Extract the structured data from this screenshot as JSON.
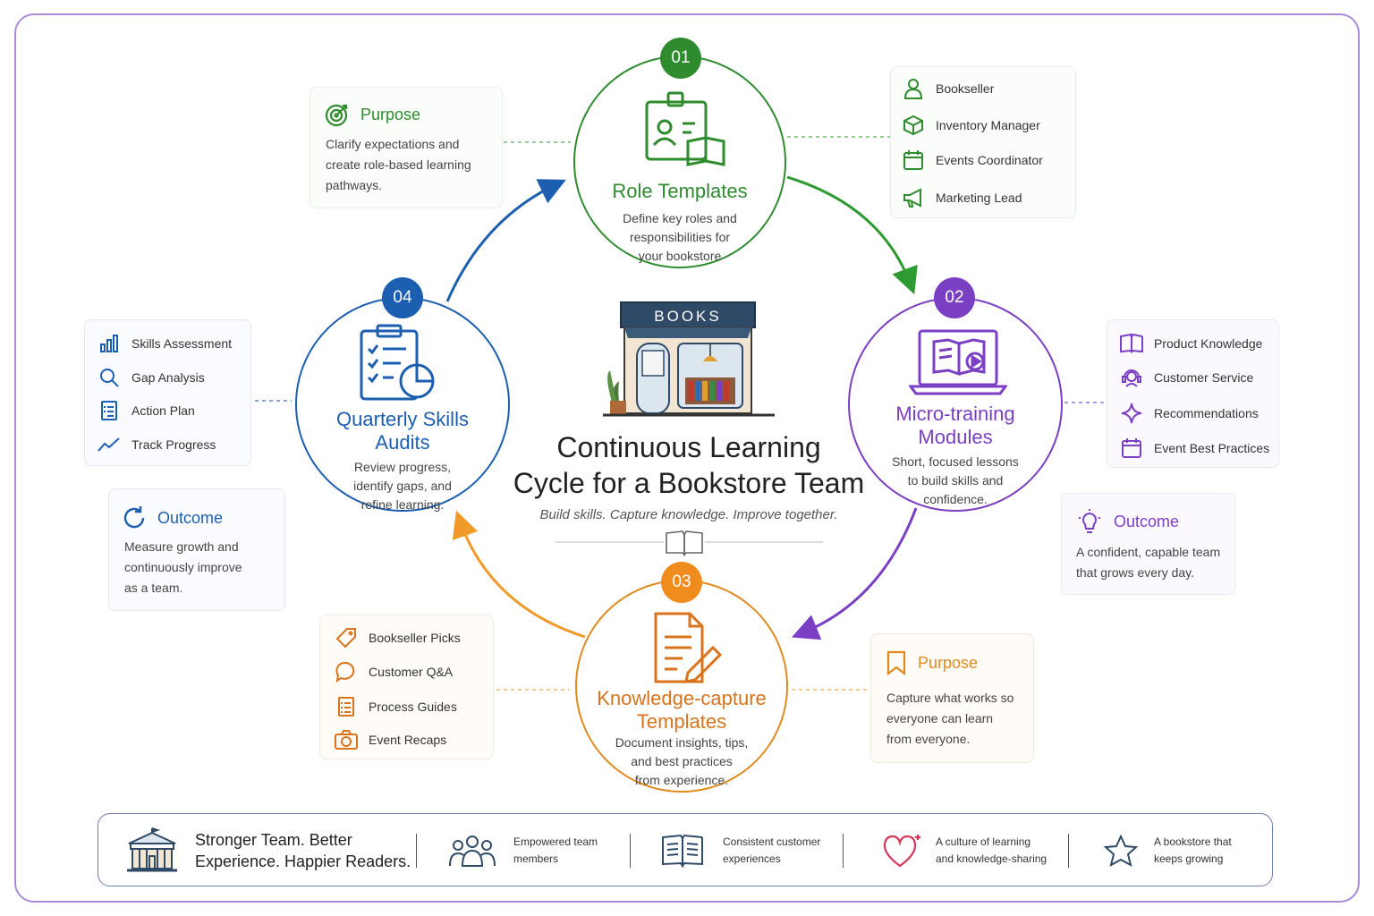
{
  "title": {
    "line1": "Continuous Learning",
    "line2": "Cycle for a Bookstore Team",
    "subtitle": "Build skills. Capture knowledge. Improve together.",
    "storefront_sign": "BOOKS"
  },
  "steps": [
    {
      "number": "01",
      "title": "Role Templates",
      "desc_lines": [
        "Define key roles and",
        "responsibilities for",
        "your bookstore"
      ],
      "color": "#2e8b2e"
    },
    {
      "number": "02",
      "title_lines": [
        "Micro-training",
        "Modules"
      ],
      "desc_lines": [
        "Short, focused lessons",
        "to build skills and",
        "confidence."
      ],
      "color": "#7b3fc4"
    },
    {
      "number": "03",
      "title_lines": [
        "Knowledge-capture",
        "Templates"
      ],
      "desc_lines": [
        "Document insights, tips,",
        "and best practices",
        "from experience."
      ],
      "color": "#e08a1e"
    },
    {
      "number": "04",
      "title_lines": [
        "Quarterly Skills",
        "Audits"
      ],
      "desc_lines": [
        "Review progress,",
        "identify gaps, and",
        "refine learning."
      ],
      "color": "#1c5fb0"
    }
  ],
  "cards": {
    "purpose_top": {
      "heading": "Purpose",
      "lines": [
        "Clarify expectations and",
        "create role-based learning",
        "pathways."
      ]
    },
    "roles": [
      "Bookseller",
      "Inventory Manager",
      "Events Coordinator",
      "Marketing Lead"
    ],
    "audit_tools": [
      "Skills Assessment",
      "Gap Analysis",
      "Action Plan",
      "Track Progress"
    ],
    "outcome_left": {
      "heading": "Outcome",
      "lines": [
        "Measure growth and",
        "continuously improve",
        "as a team."
      ]
    },
    "training_topics": [
      "Product Knowledge",
      "Customer Service",
      "Recommendations",
      "Event Best Practices"
    ],
    "outcome_right": {
      "heading": "Outcome",
      "lines": [
        "A confident, capable team",
        "that grows every day."
      ]
    },
    "capture_types": [
      "Bookseller Picks",
      "Customer Q&A",
      "Process Guides",
      "Event Recaps"
    ],
    "purpose_bottom": {
      "heading": "Purpose",
      "lines": [
        "Capture what works so",
        "everyone can learn",
        "from everyone."
      ]
    }
  },
  "bottom_bar": {
    "headline_lines": [
      "Stronger Team. Better",
      "Experience. Happier Readers."
    ],
    "benefits": [
      {
        "lines": [
          "Empowered team",
          "members"
        ],
        "icon": "team-icon"
      },
      {
        "lines": [
          "Consistent customer",
          "experiences"
        ],
        "icon": "open-book-icon"
      },
      {
        "lines": [
          "A culture of learning",
          "and knowledge-sharing"
        ],
        "icon": "heart-icon"
      },
      {
        "lines": [
          "A bookstore that",
          "keeps growing"
        ],
        "icon": "star-icon"
      }
    ]
  },
  "colors": {
    "green": "#2e8b2e",
    "purple": "#7b3fc4",
    "orange": "#e08a1e",
    "blue": "#1c5fb0",
    "frame": "#a98bd6"
  }
}
